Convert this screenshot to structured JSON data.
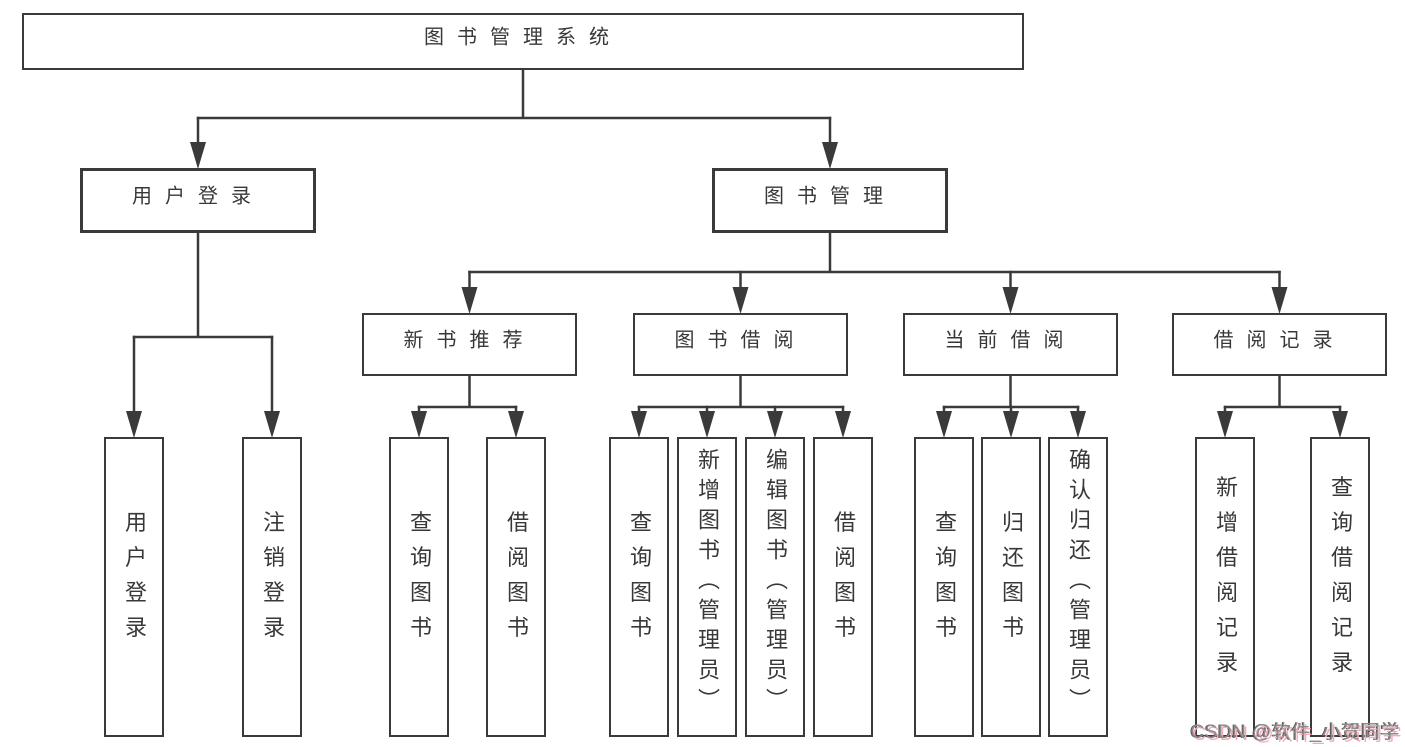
{
  "tree": {
    "label": "图书管理系统",
    "children": [
      {
        "label": "用户登录",
        "children": [
          {
            "label": "用户登录"
          },
          {
            "label": "注销登录"
          }
        ]
      },
      {
        "label": "图书管理",
        "children": [
          {
            "label": "新书推荐",
            "children": [
              {
                "label": "查询图书"
              },
              {
                "label": "借阅图书"
              }
            ]
          },
          {
            "label": "图书借阅",
            "children": [
              {
                "label": "查询图书"
              },
              {
                "label": "新增图书（管理员）"
              },
              {
                "label": "编辑图书（管理员）"
              },
              {
                "label": "借阅图书"
              }
            ]
          },
          {
            "label": "当前借阅",
            "children": [
              {
                "label": "查询图书"
              },
              {
                "label": "归还图书"
              },
              {
                "label": "确认归还（管理员）"
              }
            ]
          },
          {
            "label": "借阅记录",
            "children": [
              {
                "label": "新增借阅记录"
              },
              {
                "label": "查询借阅记录"
              }
            ]
          }
        ]
      }
    ]
  },
  "watermark": {
    "text": "CSDN @软件_小贺同学"
  },
  "colors": {
    "line": "#3a3a3a",
    "text": "#383838",
    "background": "#ffffff",
    "watermark_text": "#8c8c8c",
    "watermark_glow": "#f3aab8"
  }
}
